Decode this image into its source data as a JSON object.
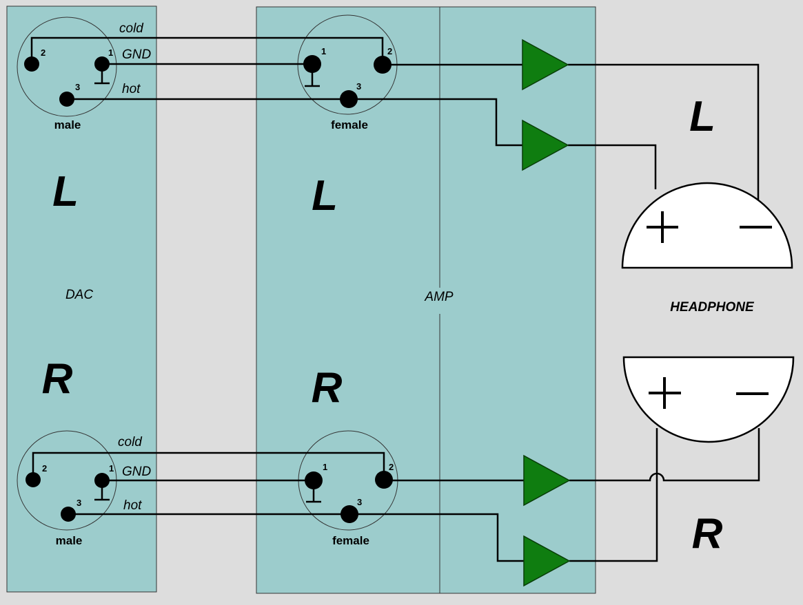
{
  "sections": {
    "dac": "DAC",
    "amp": "AMP",
    "headphone": "HEADPHONE"
  },
  "channels": {
    "left": "L",
    "right": "R"
  },
  "signals": {
    "cold": "cold",
    "gnd": "GND",
    "hot": "hot"
  },
  "connectors": {
    "male": "male",
    "female": "female"
  },
  "pins": {
    "p1": "1",
    "p2": "2",
    "p3": "3"
  },
  "colors": {
    "panel": "#9ccccc",
    "amplifier": "#0f7d10",
    "background": "#dddddd"
  }
}
